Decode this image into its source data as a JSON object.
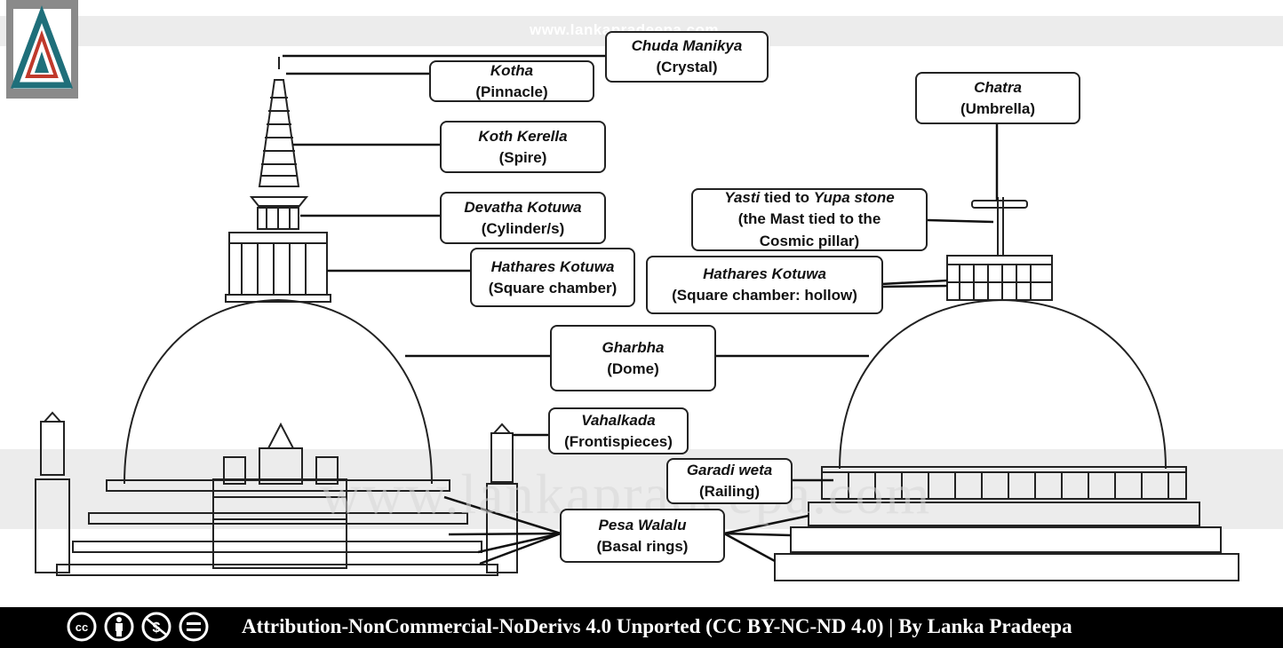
{
  "watermark_top": "www.lankapradeepa.com",
  "watermark_mid": "www.lankapradeepa.com",
  "labels": {
    "chuda": {
      "name": "Chuda Manikya",
      "desc": "(Crystal)"
    },
    "kotha": {
      "name": "Kotha",
      "desc": "(Pinnacle)"
    },
    "koth_kerella": {
      "name": "Koth Kerella",
      "desc": "(Spire)"
    },
    "devatha": {
      "name": "Devatha Kotuwa",
      "desc": "(Cylinder/s)"
    },
    "hathares_left": {
      "name": "Hathares Kotuwa",
      "desc": "(Square chamber)"
    },
    "gharbha": {
      "name": "Gharbha",
      "desc": "(Dome)"
    },
    "vahalkada": {
      "name": "Vahalkada",
      "desc": "(Frontispieces)"
    },
    "garadi": {
      "name": "Garadi weta",
      "desc": "(Railing)"
    },
    "pesa": {
      "name": "Pesa Walalu",
      "desc": "(Basal rings)"
    },
    "chatra": {
      "name": "Chatra",
      "desc": "(Umbrella)"
    },
    "yasti": {
      "part1": "Yasti",
      "part2": " tied to ",
      "part3": "Yupa stone",
      "line2": "(the Mast tied to the",
      "line3": "Cosmic pillar)"
    },
    "hathares_right": {
      "name": "Hathares Kotuwa",
      "desc": "(Square chamber: hollow)"
    }
  },
  "footer": {
    "text": "Attribution-NonCommercial-NoDerivs 4.0 Unported (CC BY-NC-ND 4.0) | By Lanka Pradeepa",
    "icons": [
      "cc-icon",
      "attribution-icon",
      "noncommercial-icon",
      "noderivs-icon"
    ]
  },
  "colors": {
    "footer_bg": "#000000",
    "logo_teal": "#1f6f7a",
    "logo_red": "#c0392b"
  }
}
